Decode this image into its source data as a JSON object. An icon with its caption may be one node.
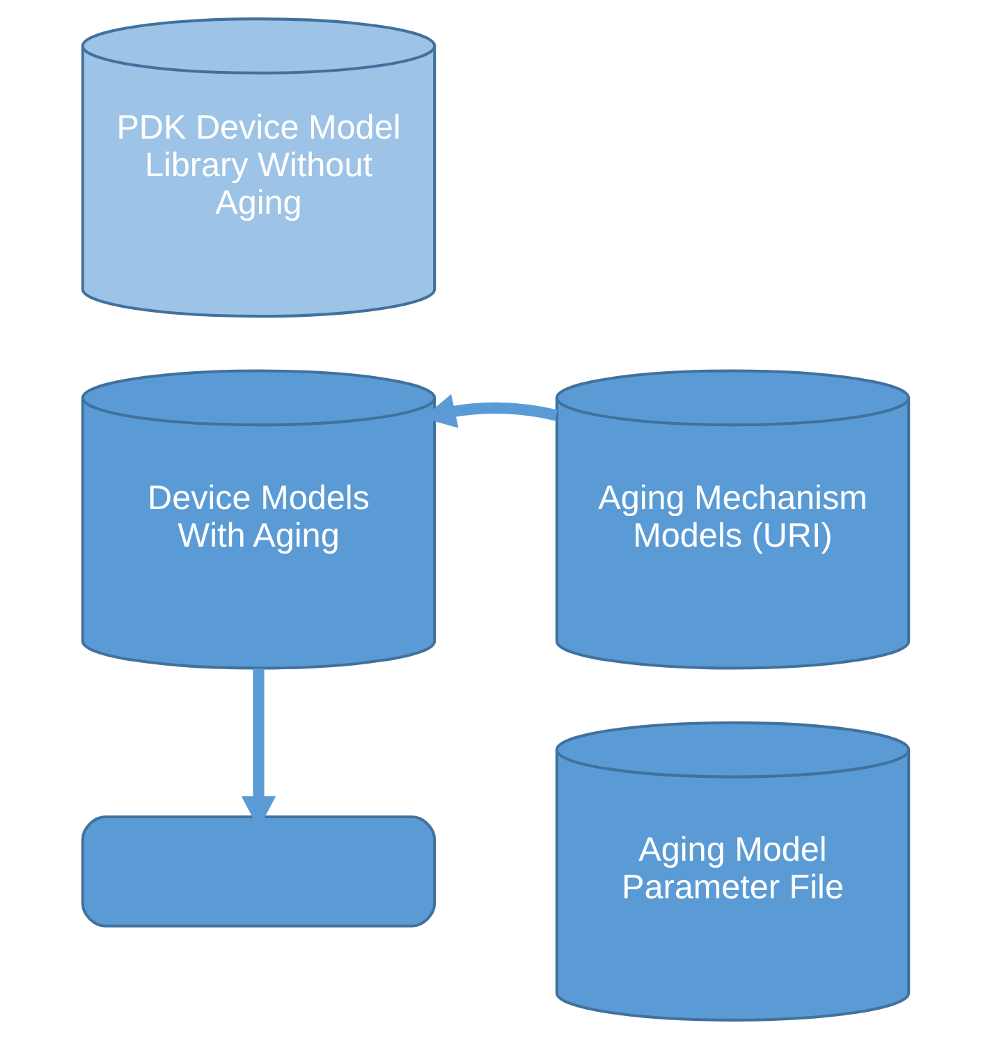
{
  "diagram": {
    "nodes": [
      {
        "text": [
          "PDK Device Model Library Without Aging"
        ]
      },
      {
        "text": [
          "Device Models With Aging"
        ]
      },
      {
        "text": [
          "Aging Mechanism Models (URI)"
        ]
      },
      {
        "text": [
          "Aging Model Parameter File"
        ]
      },
      {
        "text": [],
        "shape": "box"
      }
    ],
    "edges": [
      {
        "from": 2,
        "to": 1,
        "arrow": "to"
      },
      {
        "from": 1,
        "to": 4,
        "arrow": "to"
      }
    ]
  }
}
